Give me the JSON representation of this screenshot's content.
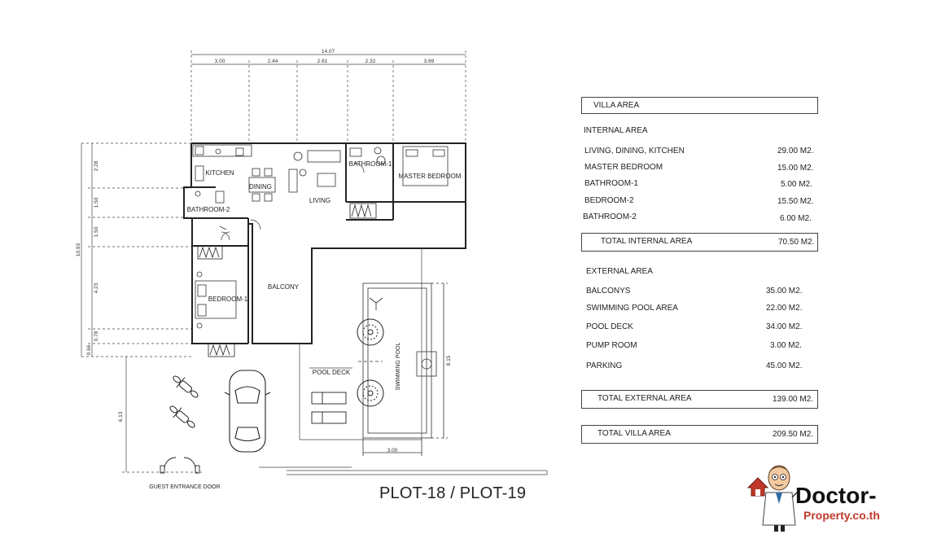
{
  "plan": {
    "overall_width": "14.07",
    "widths": [
      "3.00",
      "2.44",
      "2.61",
      "2.32",
      "3.69"
    ],
    "heights": [
      "2.28",
      "1.50",
      "1.50",
      "4.23",
      "0.78",
      "0.66"
    ],
    "overall_height": "10.93",
    "garden_depth": "6.13",
    "pool_length": "8.15",
    "pool_width": "3.00",
    "rooms": {
      "kitchen": "KITCHEN",
      "dining": "DINING",
      "living": "LIVING",
      "bathroom1": "BATHROOM-1",
      "master": "MASTER BEDROOM",
      "bathroom2": "BATHROOM-2",
      "bedroom1": "BEDROOM-1",
      "balcony": "BALCONY",
      "pooldeck": "POOL DECK",
      "pool": "SWIMMING POOL",
      "entrance": "GUEST ENTRANCE DOOR"
    }
  },
  "table": {
    "heading": "VILLA AREA",
    "internal_heading": "INTERNAL AREA",
    "internal": [
      {
        "name": "LIVING, DINING, KITCHEN",
        "value": "29.00 M2."
      },
      {
        "name": "MASTER BEDROOM",
        "value": "15.00 M2."
      },
      {
        "name": "BATHROOM-1",
        "value": "5.00 M2."
      },
      {
        "name": "BEDROOM-2",
        "value": "15.50 M2."
      },
      {
        "name": "BATHROOM-2",
        "value": "6.00 M2."
      }
    ],
    "total_internal": {
      "name": "TOTAL INTERNAL AREA",
      "value": "70.50 M2."
    },
    "external_heading": "EXTERNAL AREA",
    "external": [
      {
        "name": "BALCONYS",
        "value": "35.00 M2."
      },
      {
        "name": "SWIMMING POOL AREA",
        "value": "22.00 M2."
      },
      {
        "name": "POOL DECK",
        "value": "34.00 M2."
      },
      {
        "name": "PUMP ROOM",
        "value": "3.00 M2."
      },
      {
        "name": "PARKING",
        "value": "45.00 M2."
      }
    ],
    "total_external": {
      "name": "TOTAL EXTERNAL AREA",
      "value": "139.00 M2."
    },
    "total_villa": {
      "name": "TOTAL VILLA AREA",
      "value": "209.50 M2."
    }
  },
  "plot_title": "PLOT-18 / PLOT-19",
  "logo": {
    "word1": "Doctor-",
    "word2": "Property.co.th"
  }
}
